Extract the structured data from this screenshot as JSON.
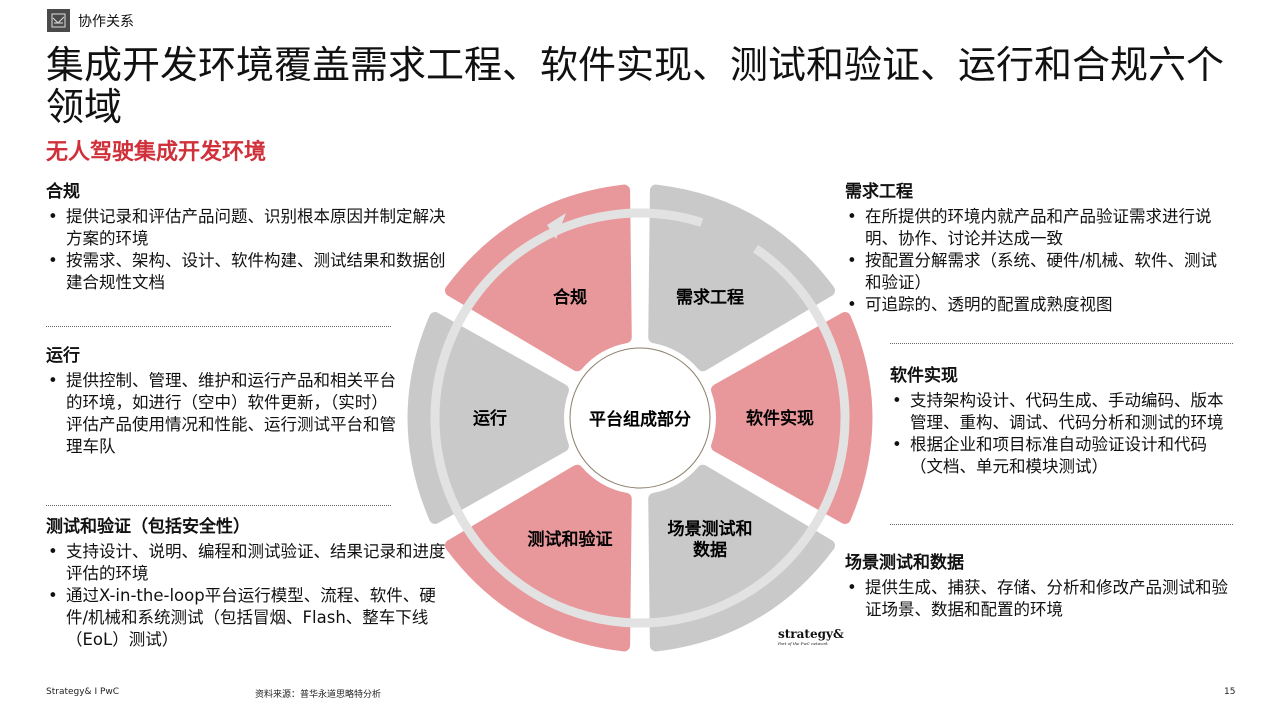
{
  "breadcrumb": "协作关系",
  "title": "集成开发环境覆盖需求工程、软件实现、测试和验证、运行和合规六个领域",
  "subtitle": "无人驾驶集成开发环境",
  "left_blocks": [
    {
      "title": "合规",
      "items": [
        "提供记录和评估产品问题、识别根本原因并制定解决方案的环境",
        "按需求、架构、设计、软件构建、测试结果和数据创建合规性文档"
      ]
    },
    {
      "title": "运行",
      "items": [
        "提供控制、管理、维护和运行产品和相关平台的环境，如进行（空中）软件更新，（实时）评估产品使用情况和性能、运行测试平台和管理车队"
      ]
    },
    {
      "title": "测试和验证（包括安全性）",
      "items": [
        "支持设计、说明、编程和测试验证、结果记录和进度评估的环境",
        "通过X-in-the-loop平台运行模型、流程、软件、硬件/机械和系统测试（包括冒烟、Flash、整车下线（EoL）测试）"
      ]
    }
  ],
  "right_blocks": [
    {
      "title": "需求工程",
      "items": [
        "在所提供的环境内就产品和产品验证需求进行说明、协作、讨论并达成一致",
        "按配置分解需求（系统、硬件/机械、软件、测试和验证）",
        "可追踪的、透明的配置成熟度视图"
      ]
    },
    {
      "title": "软件实现",
      "items": [
        "支持架构设计、代码生成、手动编码、版本管理、重构、调试、代码分析和测试的环境",
        "根据企业和项目标准自动验证设计和代码（文档、单元和模块测试）"
      ]
    },
    {
      "title": "场景测试和数据",
      "items": [
        "提供生成、捕获、存储、分析和修改产品测试和验证场景、数据和配置的环境"
      ]
    }
  ],
  "diagram": {
    "center": "平台组成部分",
    "petals": [
      {
        "label": [
          "合规"
        ],
        "color": "#e8979a",
        "angle": -120
      },
      {
        "label": [
          "需求工程"
        ],
        "color": "#c9c9c9",
        "angle": -60
      },
      {
        "label": [
          "软件实现"
        ],
        "color": "#e8979a",
        "angle": 0
      },
      {
        "label": [
          "场景测试和",
          "数据"
        ],
        "color": "#c9c9c9",
        "angle": 60
      },
      {
        "label": [
          "测试和验证"
        ],
        "color": "#e8979a",
        "angle": 120
      },
      {
        "label": [
          "运行"
        ],
        "color": "#c9c9c9",
        "angle": 180
      }
    ]
  },
  "logo": {
    "name": "strategy&",
    "tagline": "Part of the PwC network"
  },
  "footer": {
    "brand": "Strategy& I PwC",
    "source": "资料来源：普华永道思略特分析",
    "page": "15"
  }
}
